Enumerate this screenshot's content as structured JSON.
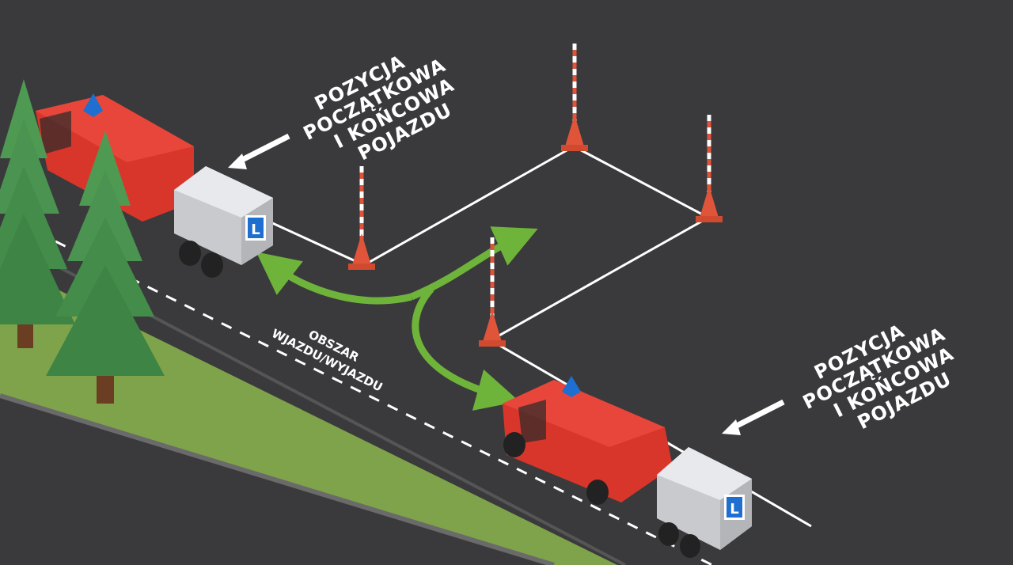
{
  "labels": {
    "start_position_top": [
      "POZYCJA",
      "POCZĄTKOWA",
      "I KOŃCOWA",
      "POJAZDU"
    ],
    "start_position_bottom": [
      "POZYCJA",
      "POCZĄTKOWA",
      "I KOŃCOWA",
      "POJAZDU"
    ],
    "entry_area": [
      "OBSZAR",
      "WJAZDU/WYJAZDU"
    ]
  },
  "learner_plate_letter": "L",
  "colors": {
    "asphalt": "#3a3a3c",
    "grass": "#7fa34a",
    "van": "#d8362a",
    "arrow": "#6fb43a",
    "cone": "#e0553a",
    "plate": "#1e6fd0",
    "marking": "#ffffff"
  }
}
